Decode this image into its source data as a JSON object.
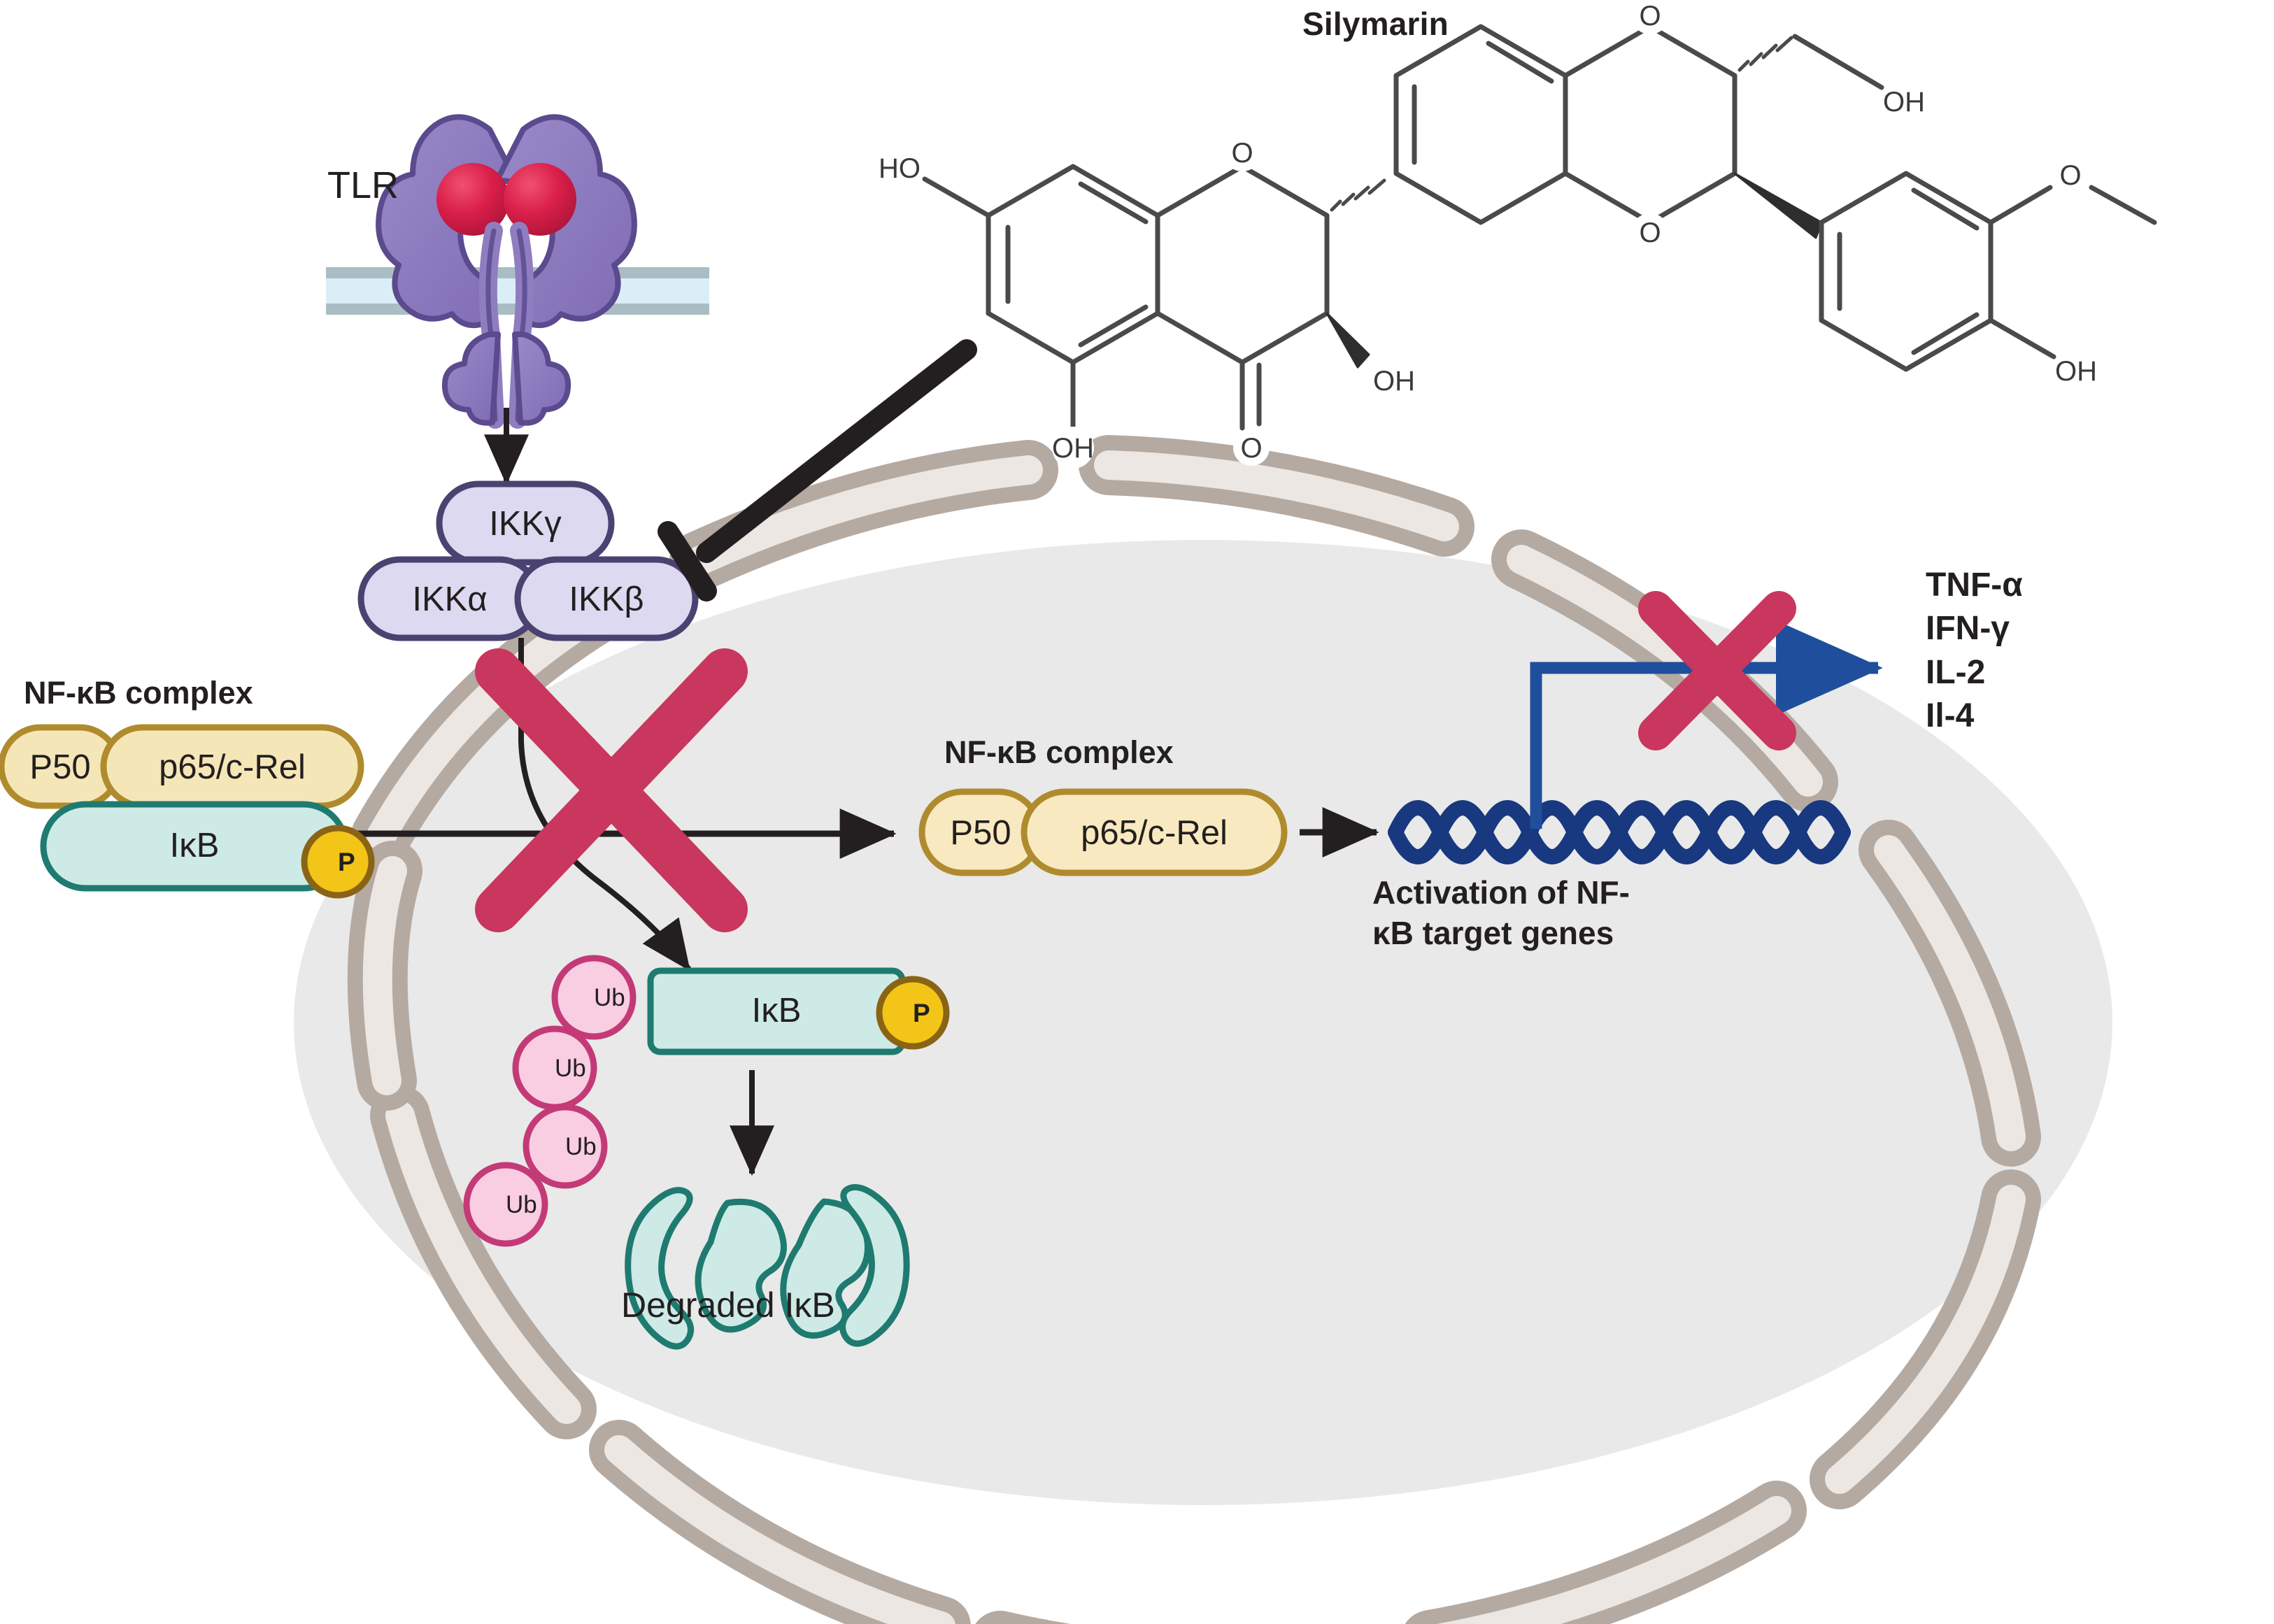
{
  "diagram": {
    "title_compound": "Silymarin",
    "receptor_label": "TLR",
    "ikk_complex": {
      "gamma": "IKKγ",
      "alpha": "IKKα",
      "beta": "IKKβ"
    },
    "nfkb_cytoplasmic": {
      "title": "NF-κB complex",
      "p50": "P50",
      "p65": "p65/c-Rel",
      "ikb": "IκB",
      "phosphate": "P"
    },
    "ubiquitin": {
      "label": "Ub",
      "count": 4
    },
    "degradation": {
      "ikb": "IκB",
      "phosphate": "P",
      "caption": "Degraded IκB"
    },
    "nfkb_nuclear": {
      "title": "NF-κB complex",
      "p50": "P50",
      "p65": "p65/c-Rel"
    },
    "gene_activation": {
      "line1": "Activation of NF-",
      "line2": "κB target genes"
    },
    "cytokines": [
      "TNF-α",
      "IFN-γ",
      "IL-2",
      "Il-4"
    ],
    "chem_atoms": {
      "ho_left": "HO",
      "o_ring_left": "O",
      "oh_c3": "OH",
      "oh_c5": "OH",
      "o_ketone": "O",
      "o_dioxane_top": "O",
      "o_dioxane_bottom": "O",
      "oh_hydroxymethyl": "OH",
      "o_methoxy": "O",
      "oh_phenol_right": "OH"
    },
    "colors": {
      "ikk_fill": "#dcd9f0",
      "ikk_stroke": "#4a4270",
      "p50_fill": "#f5e6b8",
      "p50_stroke": "#b08b2e",
      "ikb_fill": "#cdeae6",
      "ikb_stroke": "#1f7a70",
      "phosphate_fill": "#f2c518",
      "phosphate_stroke": "#8a6414",
      "ub_fill": "#f9cde2",
      "ub_stroke": "#c33a77",
      "nucleus_fill": "#e9e9e9",
      "nuclear_pore_stroke": "#b5aaa2",
      "nuclear_pore_fill": "#ece7e3",
      "membrane_band": "#aabdc4",
      "membrane_core": "#dbeef8",
      "receptor_purple": "#8f7dc0",
      "receptor_stroke": "#5b4a8e",
      "ligand_red": "#d81e48",
      "dna_blue": "#18387f",
      "promoter_blue": "#1f4e9c",
      "block_red": "#c9365e",
      "arrow_black": "#231f20"
    }
  }
}
